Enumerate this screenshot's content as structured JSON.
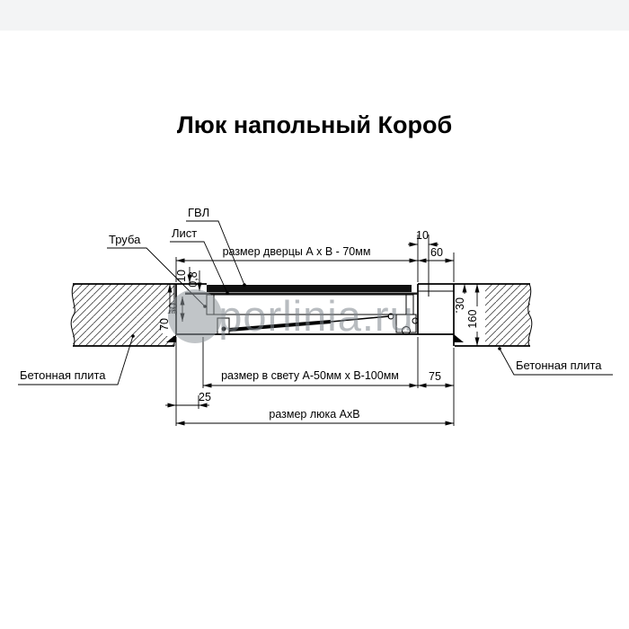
{
  "title": "Люк напольный Короб",
  "watermark": {
    "text": "porlinia.ru"
  },
  "callouts": {
    "gvl": "ГВЛ",
    "sheet": "Лист",
    "tube": "Труба",
    "concrete_left": "Бетонная плита",
    "concrete_right": "Бетонная плита"
  },
  "dims": {
    "door": "размер дверцы А х В - 70мм",
    "gap_top": "10",
    "frame_top": "60",
    "gvl_t": "10",
    "sheet_t": "0,8",
    "leaf_h": "50",
    "box_d": "70",
    "lip": "30",
    "slab": "160",
    "clear": "размер в свету А-50мм х В-100мм",
    "right_bottom": "75",
    "offset_left": "25",
    "hatch": "размер люка АхВ"
  }
}
